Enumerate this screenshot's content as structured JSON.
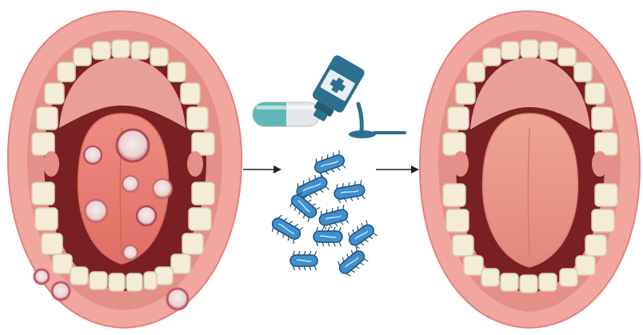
{
  "figure": {
    "panels": [
      {
        "id": "before",
        "name": "mouth-with-ulcers"
      },
      {
        "id": "treatment",
        "name": "medication-and-bacteria"
      },
      {
        "id": "after",
        "name": "healthy-mouth"
      }
    ],
    "colors": {
      "lip": "#f2a6a0",
      "lip_dark": "#e07f79",
      "cavity": "#7a1f24",
      "palate": "#e9a09a",
      "tongue": "#e97f73",
      "teeth": "#f4ecd9",
      "ulcer": "#f1dede",
      "ulcer_ring_dark": "#c45a6a",
      "bacteria": "#3e8fcf",
      "pill_teal": "#5fb8b6",
      "syrup_blue": "#2d6f8f"
    },
    "icons": [
      "pill-icon",
      "syrup-bottle-icon",
      "spoon-icon",
      "bacteria-icon",
      "arrow-right-icon"
    ]
  }
}
